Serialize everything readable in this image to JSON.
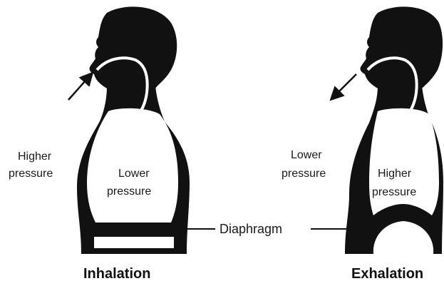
{
  "colors": {
    "figure": "#111111",
    "cavity": "#ffffff",
    "background": "#ffffff"
  },
  "inhalation": {
    "outside_label_line1": "Higher",
    "outside_label_line2": "pressure",
    "inside_label_line1": "Lower",
    "inside_label_line2": "pressure",
    "caption": "Inhalation",
    "airflow": "inward"
  },
  "exhalation": {
    "outside_label_line1": "Lower",
    "outside_label_line2": "pressure",
    "inside_label_line1": "Higher",
    "inside_label_line2": "pressure",
    "caption": "Exhalation",
    "airflow": "outward"
  },
  "shared": {
    "diaphragm_label": "Diaphragm"
  }
}
